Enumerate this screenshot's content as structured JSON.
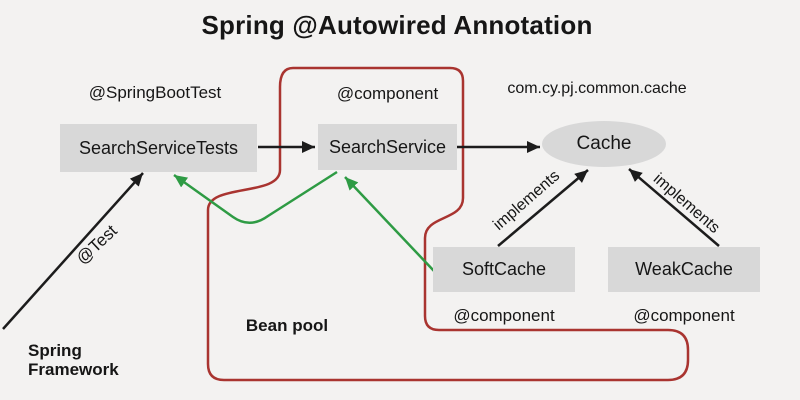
{
  "title": "Spring @Autowired Annotation",
  "colors": {
    "background": "#f3f2f1",
    "node_fill": "#d8d8d8",
    "bean_pool_red": "#a93430",
    "injection_green": "#2e9b44",
    "line_black": "#1c1c1c"
  },
  "nodes": {
    "search_service_tests": {
      "label": "SearchServiceTests",
      "annotation": "@SpringBootTest"
    },
    "search_service": {
      "label": "SearchService",
      "annotation": "@component"
    },
    "cache": {
      "label": "Cache",
      "annotation": "com.cy.pj.common.cache"
    },
    "soft_cache": {
      "label": "SoftCache",
      "annotation": "@component"
    },
    "weak_cache": {
      "label": "WeakCache",
      "annotation": "@component"
    }
  },
  "edges": {
    "test_label": "@Test",
    "implements_left_label": "implements",
    "implements_right_label": "implements"
  },
  "regions": {
    "bean_pool_label": "Bean pool",
    "framework_line1": "Spring",
    "framework_line2": "Framework"
  }
}
